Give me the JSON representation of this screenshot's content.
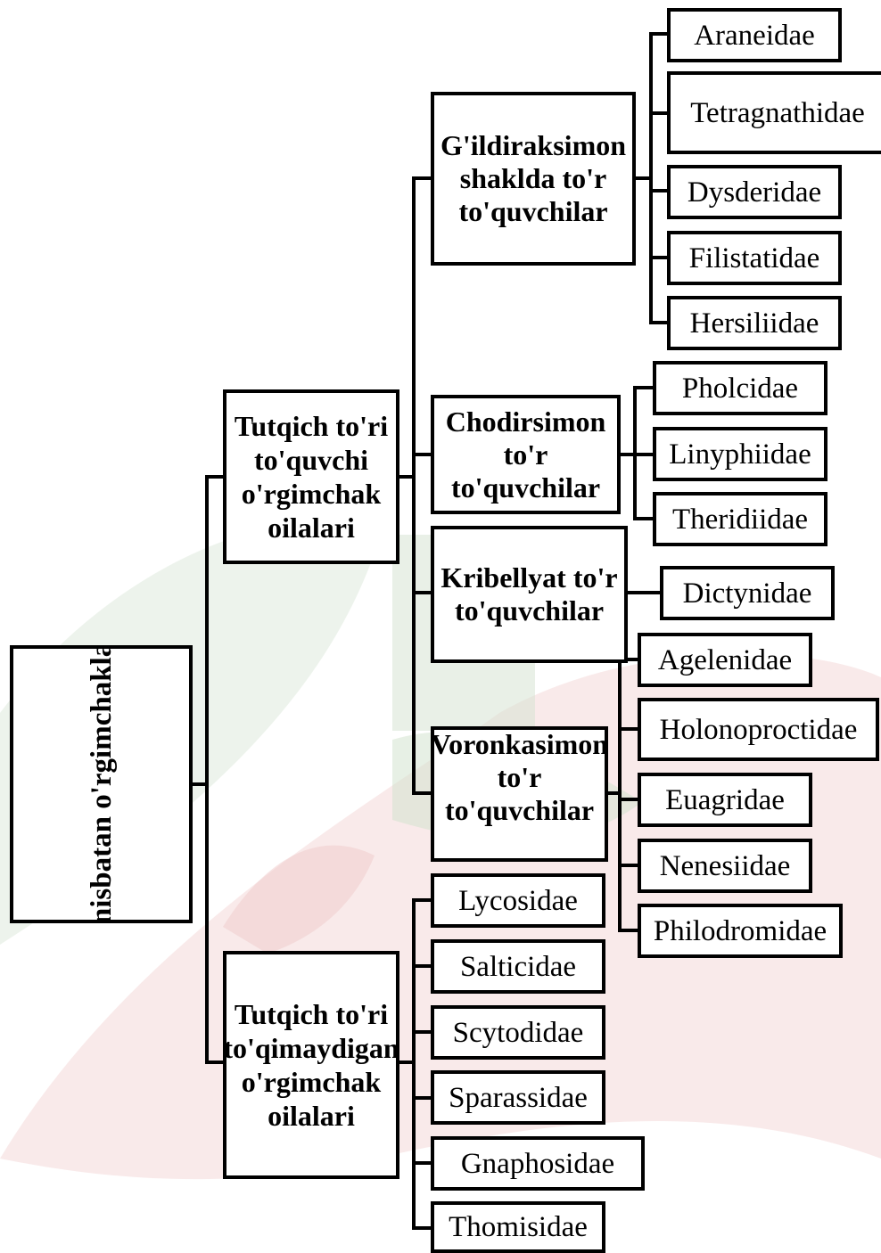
{
  "root": {
    "label": "Tutqich to'riga nisbatan o'rgimchaklar ekokompleksi"
  },
  "groups": [
    {
      "label": "Tutqich to'ri to'quvchi o'rgimchak oilalari"
    },
    {
      "label": "Tutqich to'ri to'qimaydigan o'rgimchak oilalari"
    }
  ],
  "subgroups": [
    {
      "label": "G'ildiraksimon shaklda to'r to'quvchilar",
      "families": [
        "Araneidae",
        "Tetragnathidae",
        "Dysderidae",
        "Filistatidae",
        "Hersiliidae"
      ]
    },
    {
      "label": "Chodirsimon to'r to'quvchilar",
      "families": [
        "Pholcidae",
        "Linyphiidae",
        "Theridiidae"
      ]
    },
    {
      "label": "Kribellyat to'r to'quvchilar",
      "families": [
        "Dictynidae"
      ]
    },
    {
      "label": "Voronkasimon to'r to'quvchilar",
      "families": [
        "Agelenidae",
        "Holonoproctidae",
        "Euagridae",
        "Nenesiidae",
        "Philodromidae"
      ]
    }
  ],
  "non_web_families": [
    "Lycosidae",
    "Salticidae",
    "Scytodidae",
    "Sparassidae",
    "Gnaphosidae",
    "Thomisidae"
  ]
}
